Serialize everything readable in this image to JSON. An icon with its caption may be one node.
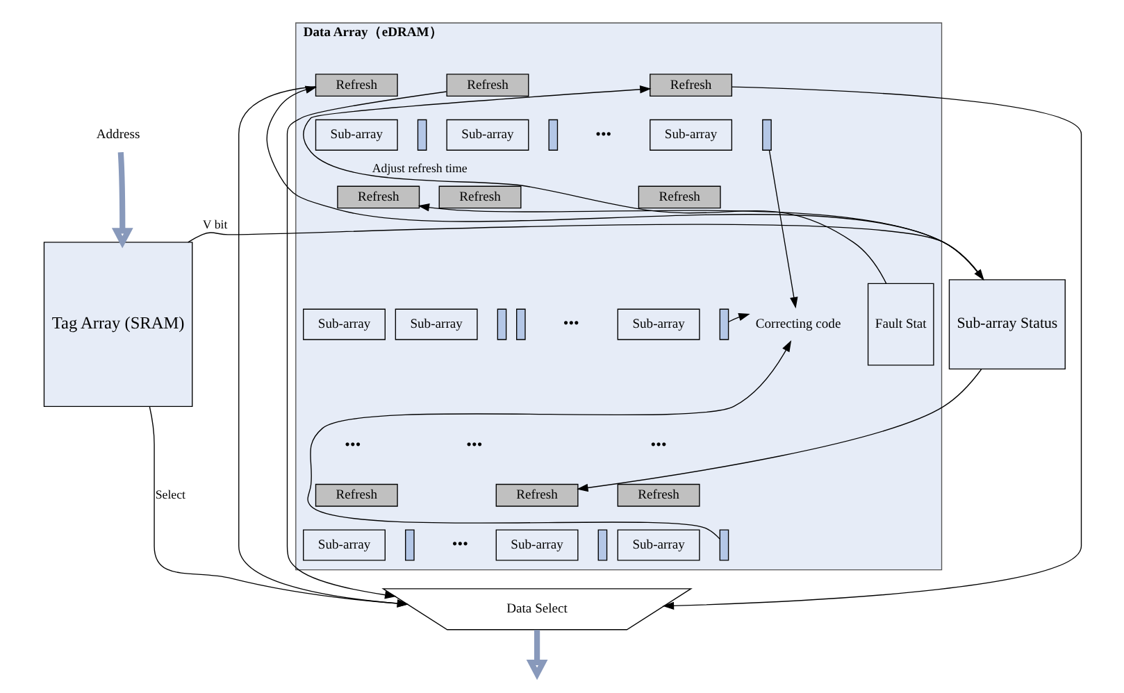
{
  "diagram": {
    "nodes": [
      {
        "text": [
          "Address"
        ]
      },
      {
        "text": [
          "Tag Array (SRAM)"
        ]
      },
      {
        "text": [
          "Sub-array Status"
        ]
      },
      {
        "text": [
          "Data Array（eDRAM）"
        ]
      },
      {
        "text": [
          "Refresh"
        ],
        "in": 3
      },
      {
        "text": [
          "Sub-array"
        ],
        "in": 3
      },
      {
        "text": [],
        "shape": "bar",
        "in": 3
      },
      {
        "text": [
          "Refresh"
        ],
        "in": 3
      },
      {
        "text": [
          "Sub-array"
        ],
        "in": 3
      },
      {
        "text": [],
        "shape": "bar",
        "in": 3
      },
      {
        "text": [
          "Refresh"
        ],
        "in": 3
      },
      {
        "text": [
          "Sub-array"
        ],
        "in": 3
      },
      {
        "text": [],
        "shape": "bar",
        "in": 3
      },
      {
        "text": [
          "Refresh"
        ],
        "in": 3
      },
      {
        "text": [
          "Sub-array"
        ],
        "in": 3
      },
      {
        "text": [],
        "shape": "bar",
        "in": 3
      },
      {
        "text": [
          "Refresh"
        ],
        "in": 3
      },
      {
        "text": [
          "Sub-array"
        ],
        "in": 3
      },
      {
        "text": [],
        "shape": "bar",
        "in": 3
      },
      {
        "text": [
          "Refresh"
        ],
        "in": 3
      },
      {
        "text": [
          "Sub-array"
        ],
        "in": 3
      },
      {
        "text": [],
        "shape": "bar",
        "in": 3
      },
      {
        "text": [
          "Refresh"
        ],
        "in": 3
      },
      {
        "text": [
          "Sub-array"
        ],
        "in": 3
      },
      {
        "text": [],
        "shape": "bar",
        "in": 3
      },
      {
        "text": [
          "Refresh"
        ],
        "in": 3
      },
      {
        "text": [
          "Sub-array"
        ],
        "in": 3
      },
      {
        "text": [],
        "shape": "bar",
        "in": 3
      },
      {
        "text": [
          "Refresh"
        ],
        "in": 3
      },
      {
        "text": [
          "Sub-array"
        ],
        "in": 3
      },
      {
        "text": [],
        "shape": "bar",
        "in": 3
      },
      {
        "text": [
          "Correcting code"
        ],
        "in": 3
      },
      {
        "text": [
          "Fault Stat"
        ],
        "in": 3
      },
      {
        "text": [
          "Data Select"
        ]
      }
    ],
    "edges": [
      {
        "from": 0,
        "to": 1,
        "arrow": "to",
        "style": "thick",
        "color": "#8899bb"
      },
      {
        "from": 1,
        "to": 2,
        "arrow": "to",
        "label": "V bit"
      },
      {
        "from": 2,
        "to": 4,
        "arrow": "to"
      },
      {
        "from": 2,
        "to": 13,
        "arrow": "to"
      },
      {
        "from": 2,
        "to": 22,
        "arrow": "to"
      },
      {
        "from": 12,
        "to": 31,
        "arrow": "to"
      },
      {
        "from": 21,
        "to": 31,
        "arrow": "to"
      },
      {
        "from": 30,
        "to": 31,
        "arrow": "to"
      },
      {
        "from": 32,
        "to": 10,
        "arrow": "to",
        "label": "Adjust refresh time"
      },
      {
        "from": 4,
        "to": 33,
        "arrow": "to"
      },
      {
        "from": 7,
        "to": 33,
        "arrow": "to"
      },
      {
        "from": 10,
        "to": 33,
        "arrow": "to"
      },
      {
        "from": 1,
        "to": 33,
        "arrow": "to",
        "label": "Select"
      },
      {
        "from": 33,
        "to": null,
        "arrow": "to",
        "style": "thick",
        "color": "#8899bb"
      }
    ],
    "labels": [
      "•••",
      "•••",
      "•••",
      "•••",
      "•••",
      "•••"
    ]
  }
}
